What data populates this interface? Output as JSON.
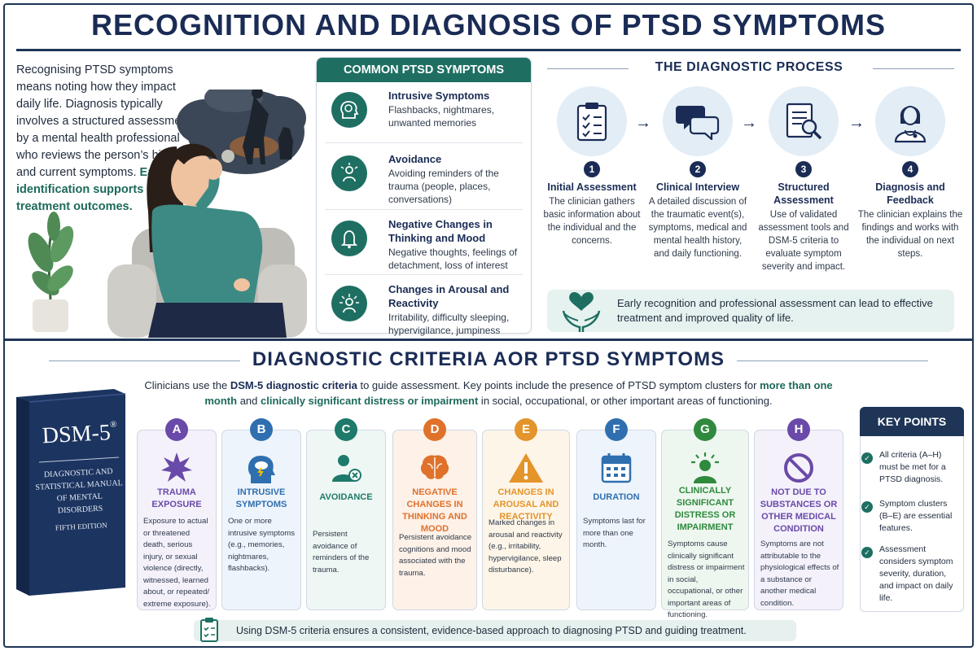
{
  "title": "RECOGNITION AND DIAGNOSIS OF PTSD SYMPTOMS",
  "intro": {
    "text": "Recognising PTSD symptoms means noting how they impact daily life. Diagnosis typically involves a structured assessment by a mental health professional who reviews the person’s history and current symptoms.",
    "highlight": "Early identification supports better treatment outcomes."
  },
  "symptoms": {
    "heading": "COMMON PTSD SYMPTOMS",
    "items": [
      {
        "title": "Intrusive Symptoms",
        "desc": "Flashbacks, nightmares, unwanted memories",
        "icon": "brain-head-icon"
      },
      {
        "title": "Avoidance",
        "desc": "Avoiding reminders of the trauma (people, places, conversations)",
        "icon": "person-avoid-icon"
      },
      {
        "title": "Negative Changes in Thinking and Mood",
        "desc": "Negative thoughts, feelings of detachment, loss of interest",
        "icon": "bell-icon"
      },
      {
        "title": "Changes in Arousal and Reactivity",
        "desc": "Irritability, difficulty sleeping, hypervigilance, jumpiness",
        "icon": "alert-person-icon"
      }
    ]
  },
  "process": {
    "heading": "THE DIAGNOSTIC PROCESS",
    "steps": [
      {
        "num": "1",
        "title": "Initial Assessment",
        "desc": "The clinician gathers basic information about the individual and the concerns.",
        "icon": "clipboard-icon"
      },
      {
        "num": "2",
        "title": "Clinical Interview",
        "desc": "A detailed discussion of the traumatic event(s), symptoms, medical and mental health history, and daily functioning.",
        "icon": "speech-bubbles-icon"
      },
      {
        "num": "3",
        "title": "Structured Assessment",
        "desc": "Use of validated assessment tools and DSM-5 criteria to evaluate symptom severity and impact.",
        "icon": "document-search-icon"
      },
      {
        "num": "4",
        "title": "Diagnosis and Feedback",
        "desc": "The clinician explains the findings and works with the individual on next steps.",
        "icon": "clinician-icon"
      }
    ],
    "banner": "Early recognition and professional assessment can lead to effective treatment and improved quality of life."
  },
  "criteria": {
    "heading": "DIAGNOSTIC CRITERIA AOR PTSD SYMPTOMS",
    "intro_a": "Clinicians use the ",
    "intro_b": "DSM-5 diagnostic criteria",
    "intro_c": " to guide assessment. Key points include the presence of PTSD symptom clusters for ",
    "intro_d": "more than one month",
    "intro_e": " and ",
    "intro_f": "clinically significant distress or impairment",
    "intro_g": " in social, occupational, or other important areas of functioning.",
    "book": {
      "title": "DSM-5",
      "sup": "®",
      "line1": "DIAGNOSTIC AND",
      "line2": "STATISTICAL MANUAL",
      "line3": "OF MENTAL DISORDERS",
      "line4": "FIFTH EDITION"
    },
    "cards": [
      {
        "letter": "A",
        "title": "TRAUMA EXPOSURE",
        "desc": "Exposure to actual or threatened death, serious injury, or sexual violence (directly, witnessed, learned about, or repeated/ extreme exposure).",
        "color": "#6a4aa8",
        "bg": "#f4f1fb",
        "icon": "starburst-icon"
      },
      {
        "letter": "B",
        "title": "INTRUSIVE SYMPTOMS",
        "desc": "One or more intrusive symptoms (e.g., memories, nightmares, flashbacks).",
        "color": "#2f6fb0",
        "bg": "#eef4fb",
        "icon": "storm-head-icon"
      },
      {
        "letter": "C",
        "title": "AVOIDANCE",
        "desc": "Persistent avoidance of reminders of the trauma.",
        "color": "#1e7a6a",
        "bg": "#eef7f4",
        "icon": "person-x-icon"
      },
      {
        "letter": "D",
        "title": "NEGATIVE CHANGES IN THINKING AND MOOD",
        "desc": "Persistent avoidance cognitions and mood associated with the trauma.",
        "color": "#e0712a",
        "bg": "#fdf1e8",
        "icon": "brain-icon"
      },
      {
        "letter": "E",
        "title": "CHANGES IN AROUSAL AND REACTIVITY",
        "desc": "Marked changes in arousal and reactivity (e.g., irritability, hypervigilance, sleep disturbance).",
        "color": "#e3942a",
        "bg": "#fdf5e8",
        "icon": "warning-triangle-icon"
      },
      {
        "letter": "F",
        "title": "DURATION",
        "desc": "Symptoms last for more than one month.",
        "color": "#2f6fb0",
        "bg": "#eef4fb",
        "icon": "calendar-icon"
      },
      {
        "letter": "G",
        "title": "CLINICALLY SIGNIFICANT DISTRESS OR IMPAIRMENT",
        "desc": "Symptoms cause clinically significant distress or impairment in social, occupational, or other important areas of functioning.",
        "color": "#2f8a3e",
        "bg": "#eef7ef",
        "icon": "person-alert-icon"
      },
      {
        "letter": "H",
        "title": "NOT DUE TO SUBSTANCES OR OTHER MEDICAL CONDITION",
        "desc": "Symptoms are not attributable to the physiological effects of a substance or another medical condition.",
        "color": "#6a4aa8",
        "bg": "#f4f1fb",
        "icon": "prohibited-icon"
      }
    ]
  },
  "key_points": {
    "heading": "KEY POINTS",
    "items": [
      "All criteria (A–H) must be met for a PTSD diagnosis.",
      "Symptom clusters (B–E) are essential features.",
      "Assessment considers symptom severity, duration, and impact on daily life."
    ]
  },
  "footer": "Using DSM-5 criteria ensures a consistent, evidence-based approach to diagnosing PTSD and guiding treatment."
}
